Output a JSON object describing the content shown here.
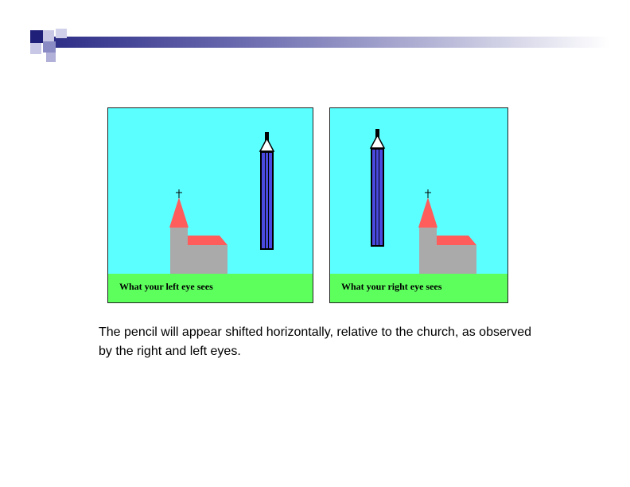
{
  "slide": {
    "left_panel_label": "What your left eye sees",
    "right_panel_label": "What your right eye sees",
    "caption": "The pencil will appear shifted horizontally, relative to the church, as observed by the right and left eyes."
  },
  "colors": {
    "sky": "#5cffff",
    "grass": "#5cff5c",
    "church_wall": "#aaaaaa",
    "roof": "#ff5c5c",
    "pencil_body": "#3030c0",
    "pencil_outline": "#000000",
    "header_dark": "#2e2e88",
    "header_light": "#a8a8d8"
  }
}
